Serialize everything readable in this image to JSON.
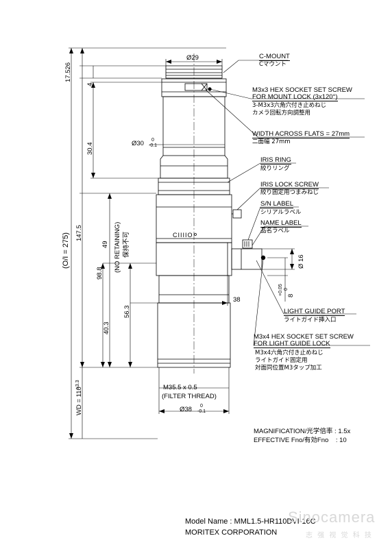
{
  "callouts": {
    "c_mount_en": "C-MOUNT",
    "c_mount_jp": "Cマウント",
    "hex_screw_en_1": "M3x3 HEX SOCKET SET SCREW",
    "hex_screw_en_2": "FOR MOUNT LOCK (3x120°)",
    "hex_screw_jp_1": "3-M3x3六角穴付き止めねじ",
    "hex_screw_jp_2": "カメラ回転方向調整用",
    "flats_en": "WIDTH ACROSS FLATS = 27mm",
    "flats_jp": "二面幅 27mm",
    "iris_ring_en": "IRIS RING",
    "iris_ring_jp": "絞りリング",
    "iris_lock_en": "IRIS LOCK SCREW",
    "iris_lock_jp": "絞り固定用つまみねじ",
    "sn_label_en": "S/N LABEL",
    "sn_label_jp": "シリアルラベル",
    "name_label_en": "NAME LABEL",
    "name_label_jp": "品名ラベル",
    "light_port_en": "LIGHT GUIDE PORT",
    "light_port_jp": "ライトガイド挿入口",
    "lg_screw_en_1": "M3x4 HEX SOCKET SET SCREW",
    "lg_screw_en_2": "FOR LIGHT GUIDE LOCK",
    "lg_screw_jp_1": "M3x4六角穴付き止めねじ",
    "lg_screw_jp_2": "ライトガイド固定用",
    "lg_screw_jp_3": "対面同位置M3タップ加工"
  },
  "dimensions": {
    "d29": "Ø29",
    "d30": "Ø30",
    "d30_tol_top": "0",
    "d30_tol_bot": "-0.1",
    "d16": "Ø 16",
    "d38": "Ø38",
    "d38_tol_top": "0",
    "d38_tol_bot": "-0.1",
    "thread": "M35.5 x 0.5",
    "thread_note": "(FILTER THREAD)",
    "h38": "38",
    "v17526": "17.526",
    "v4": "4",
    "v304": "30.4",
    "v1475": "147.5",
    "voi": "(O/I = 275)",
    "v49": "49",
    "v988": "98.8",
    "v563": "56.3",
    "v403": "40.3",
    "v8": "8",
    "v8_tol_top": "+0.05",
    "v8_tol_bot": "0",
    "wd": "WD = 110",
    "wd_tol": "±3.3",
    "no_ret_en": "(NO RETAINING)",
    "no_ret_jp": "保持不可"
  },
  "lens_label": "CIIIIO",
  "specs": {
    "mag": "MAGNIFICATION/光学倍率 : 1.5x",
    "fno": "EFFECTIVE Fno/有効Fno    : 10"
  },
  "footer": {
    "model": "Model Name : MML1.5-HR110DVI-16C",
    "company": "MORITEX CORPORATION"
  },
  "watermark": {
    "brand": "Sinocamera",
    "cn": "志 强 视 觉 科 技"
  }
}
